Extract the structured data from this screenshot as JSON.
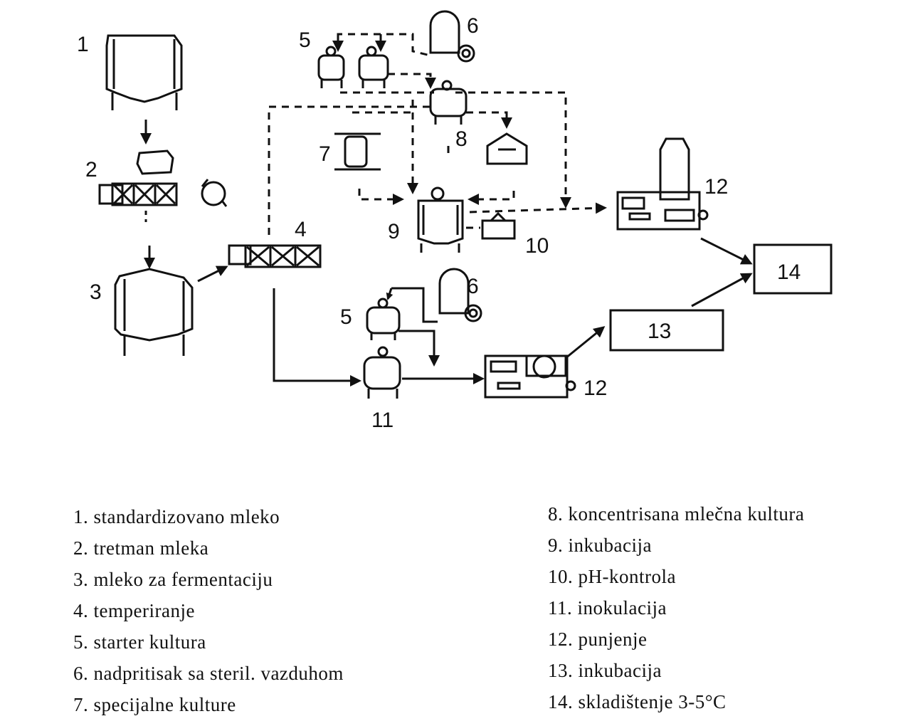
{
  "diagram": {
    "node_numbers": {
      "n1": "1",
      "n2": "2",
      "n3": "3",
      "n4": "4",
      "n5a": "5",
      "n6a": "6",
      "n7": "7",
      "n8": "8",
      "n9": "9",
      "n10": "10",
      "n12a": "12",
      "n5b": "5",
      "n6b": "6",
      "n11": "11",
      "n12b": "12"
    },
    "boxes": {
      "box13": "13",
      "box14": "14"
    },
    "line_color": "#111111"
  },
  "legend": {
    "left": [
      "1. standardizovano mleko",
      "2. tretman mleka",
      "3. mleko za fermentaciju",
      "4. temperiranje",
      "5. starter kultura",
      "6. nadpritisak sa steril. vazduhom",
      "7. specijalne kulture"
    ],
    "right": [
      "8. koncentrisana mlečna kultura",
      "9. inkubacija",
      "10. pH-kontrola",
      "11. inokulacija",
      "12. punjenje",
      "13. inkubacija",
      "14. skladištenje 3-5°C"
    ]
  }
}
